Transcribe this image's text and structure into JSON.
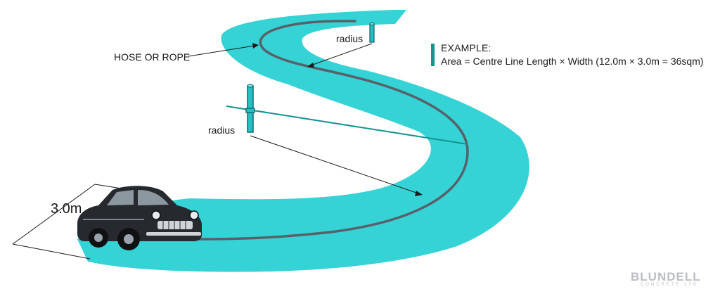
{
  "labels": {
    "hose": "HOSE OR ROPE",
    "radius_top": "radius",
    "radius_mid": "radius",
    "width": "3.0m"
  },
  "example": {
    "title": "EXAMPLE:",
    "formula": "Area = Centre Line Length × Width (12.0m × 3.0m = 36sqm)"
  },
  "brand": {
    "name": "BLUNDELL",
    "sub": "CONCRETE LTD"
  },
  "colors": {
    "path": "#35d3d5",
    "accent": "#14938f",
    "hose": "#58616a",
    "text": "#1a1a1a",
    "logo": "#b9bec4"
  },
  "icons": {
    "car": "classic-car-icon",
    "stake": "radius-stake-icon"
  }
}
